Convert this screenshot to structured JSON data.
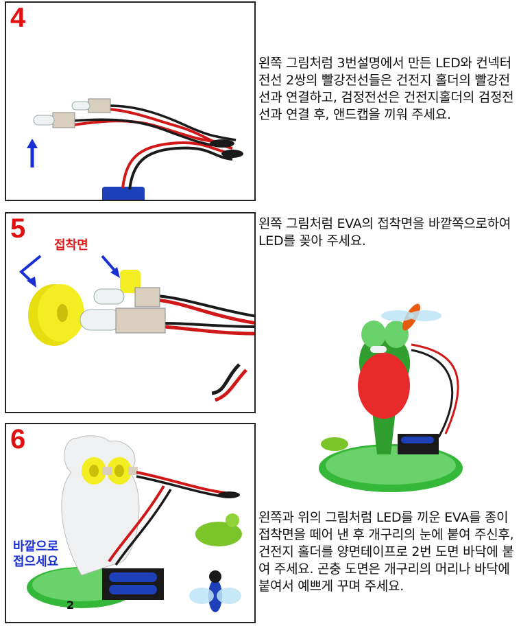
{
  "steps": [
    {
      "number": "4",
      "text": "왼쪽 그림처럼 3번설명에서 만든 LED와 컨넥터 전선 2쌍의 빨강전선들은 건전지 홀더의 빨강전선과 연결하고, 검정전선은 건전지홀더의 검정전선과 연결 후, 앤드캡을 끼워 주세요."
    },
    {
      "number": "5",
      "text": "왼쪽 그림처럼 EVA의 접착면을 바깥쪽으로하여  LED를 꽂아 주세요.",
      "callout": "접착면"
    },
    {
      "number": "6",
      "text": "왼쪽과 위의 그림처럼 LED를 끼운 EVA를 종이 접착면을 떼어 낸 후 개구리의 눈에 붙여 주신후, 건전지 홀더를 양면테이프로 2번 도면 바닥에 붙여 주세요. 곤충 도면은 개구리의 머리나 바닥에 붙여서 예쁘게 꾸며 주세요.",
      "callout": "바깥으로\n접으세요",
      "base_label": "2"
    }
  ],
  "colors": {
    "step_number": "#e01010",
    "callout_red": "#e01818",
    "callout_blue": "#1a2fd4",
    "eva_yellow": "#f2ee22",
    "wire_red": "#d01818",
    "wire_black": "#1a1a1a"
  }
}
